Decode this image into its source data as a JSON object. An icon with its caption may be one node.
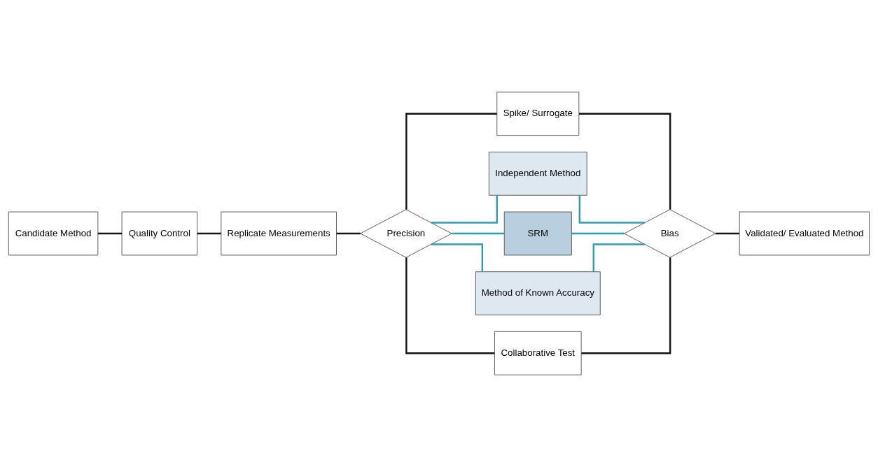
{
  "diagram": {
    "nodes": [
      {
        "text": [
          "Candidate Method"
        ]
      },
      {
        "text": [
          "Quality Control"
        ]
      },
      {
        "text": [
          "Replicate Measurements"
        ]
      },
      {
        "text": [
          "Precision"
        ]
      },
      {
        "text": [
          "Spike/ Surrogate"
        ]
      },
      {
        "text": [
          "Independent Method"
        ]
      },
      {
        "text": [
          "SRM"
        ]
      },
      {
        "text": [
          "Method of Known Accuracy"
        ]
      },
      {
        "text": [
          "Collaborative Test"
        ]
      },
      {
        "text": [
          "Bias"
        ]
      },
      {
        "text": [
          "Validated/ Evaluated Method"
        ]
      }
    ],
    "edges": [
      {
        "from": 0,
        "to": 1,
        "arrow": "none"
      },
      {
        "from": 1,
        "to": 2,
        "arrow": "none"
      },
      {
        "from": 2,
        "to": 3,
        "arrow": "none"
      },
      {
        "from": 3,
        "to": 4,
        "arrow": "none"
      },
      {
        "from": 3,
        "to": 5,
        "arrow": "none",
        "color": "#2e9bb0"
      },
      {
        "from": 3,
        "to": 6,
        "arrow": "none",
        "color": "#2e9bb0"
      },
      {
        "from": 3,
        "to": 7,
        "arrow": "none",
        "color": "#2e9bb0"
      },
      {
        "from": 3,
        "to": 8,
        "arrow": "none"
      },
      {
        "from": 4,
        "to": 9,
        "arrow": "none"
      },
      {
        "from": 5,
        "to": 9,
        "arrow": "none",
        "color": "#2e9bb0"
      },
      {
        "from": 6,
        "to": 9,
        "arrow": "none",
        "color": "#2e9bb0"
      },
      {
        "from": 7,
        "to": 9,
        "arrow": "none",
        "color": "#2e9bb0"
      },
      {
        "from": 8,
        "to": 9,
        "arrow": "none"
      },
      {
        "from": 9,
        "to": 10,
        "arrow": "none"
      }
    ]
  }
}
